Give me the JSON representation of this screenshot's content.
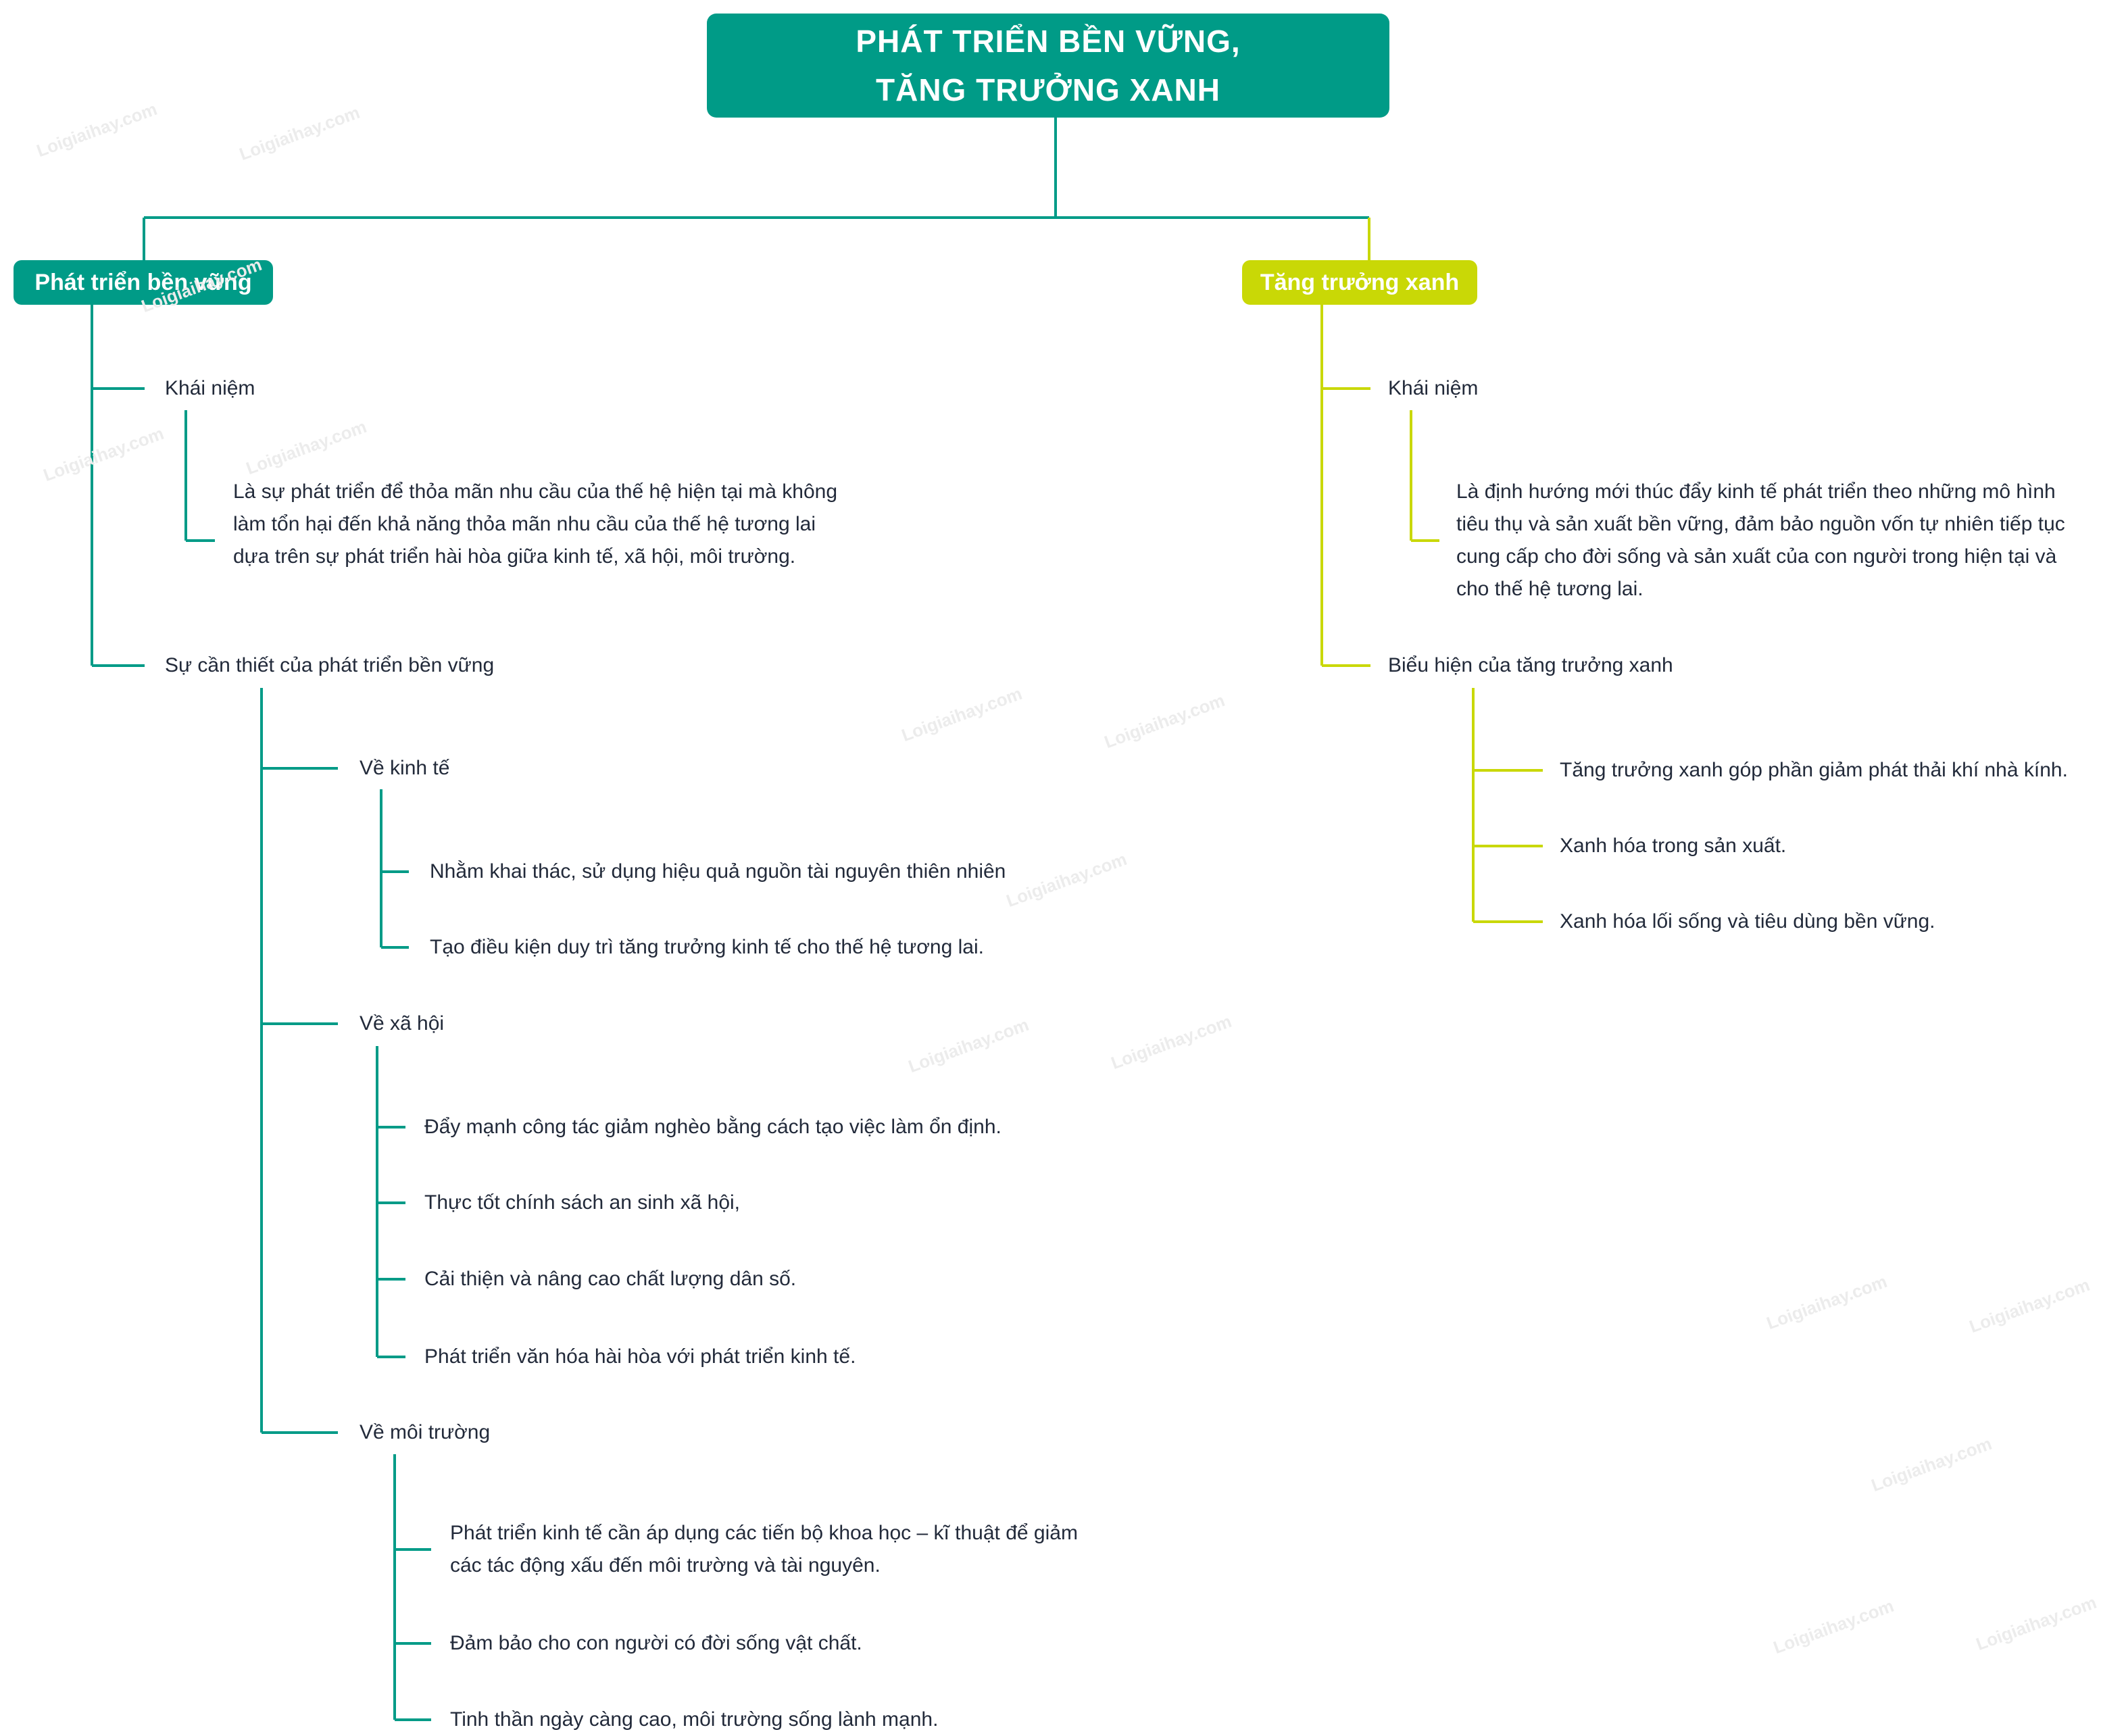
{
  "root": {
    "title_line1": "PHÁT TRIỂN BỀN VỮNG,",
    "title_line2": "TĂNG TRƯỞNG  XANH"
  },
  "left": {
    "title": "Phát triển bền vững",
    "concept_label": "Khái niệm",
    "concept_text": "Là sự phát triển để thỏa mãn nhu cầu của thế hệ hiện tại mà không làm tổn hại đến khả năng thỏa mãn nhu cầu của thế hệ tương lai dựa trên sự phát triển hài hòa giữa kinh tế, xã hội, môi trường.",
    "necessity_label": "Sự cần thiết của phát triển bền vững",
    "economy": {
      "label": "Về kinh tế",
      "items": [
        "Nhằm khai thác, sử dụng hiệu quả nguồn tài nguyên thiên nhiên",
        "Tạo điều kiện duy trì tăng trưởng kinh tế cho thế hệ tương lai."
      ]
    },
    "society": {
      "label": "Về xã hội",
      "items": [
        "Đẩy mạnh công tác giảm nghèo bằng cách tạo việc làm ổn định.",
        "Thực tốt chính sách an sinh xã hội,",
        "Cải thiện và nâng cao chất lượng dân số.",
        "Phát triển văn hóa hài hòa với phát triển kinh tế."
      ]
    },
    "environment": {
      "label": "Về môi trường",
      "items": [
        "Phát triển kinh tế cần áp dụng các tiến bộ khoa học – kĩ thuật để giảm các tác động xấu đến môi trường và tài nguyên.",
        "Đảm bảo cho con người có đời sống vật chất.",
        "Tinh thần ngày càng cao, môi trường sống lành mạnh."
      ]
    }
  },
  "right": {
    "title": "Tăng trưởng xanh",
    "concept_label": "Khái niệm",
    "concept_text": "Là định hướng mới thúc đẩy kinh tế phát triển theo những mô hình tiêu thụ và sản xuất bền vững, đảm bảo nguồn vốn tự nhiên tiếp tục cung cấp cho đời sống và sản xuất của con người trong hiện tại và cho thế hệ tương lai.",
    "manifest_label": "Biểu hiện của tăng trưởng xanh",
    "manifest_items": [
      "Tăng trưởng xanh góp phần giảm phát thải khí nhà kính.",
      "Xanh hóa trong sản xuất.",
      "Xanh hóa lối sống và tiêu dùng bền vững."
    ]
  },
  "watermark": "Loigiaihay.com",
  "colors": {
    "teal": "#009b87",
    "lime": "#c9d806",
    "text": "#222a3a"
  }
}
